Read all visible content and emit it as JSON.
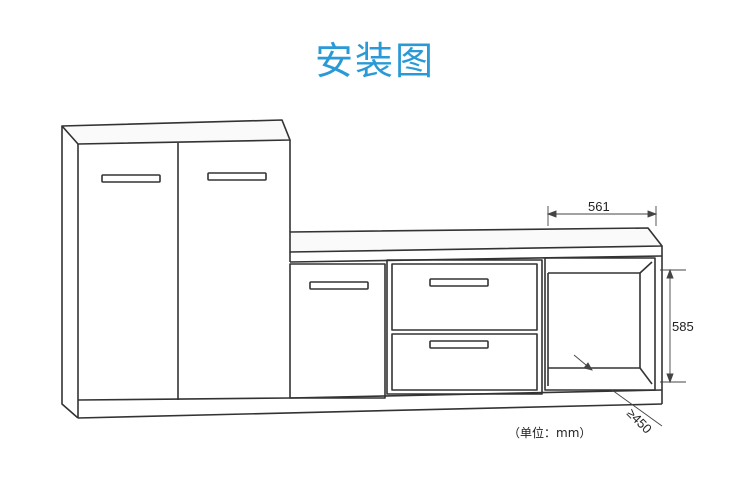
{
  "title": "安装图",
  "dimensions": {
    "width_label": "561",
    "height_label": "585",
    "depth_label": "≥450"
  },
  "unit_note": "（单位：mm）"
}
